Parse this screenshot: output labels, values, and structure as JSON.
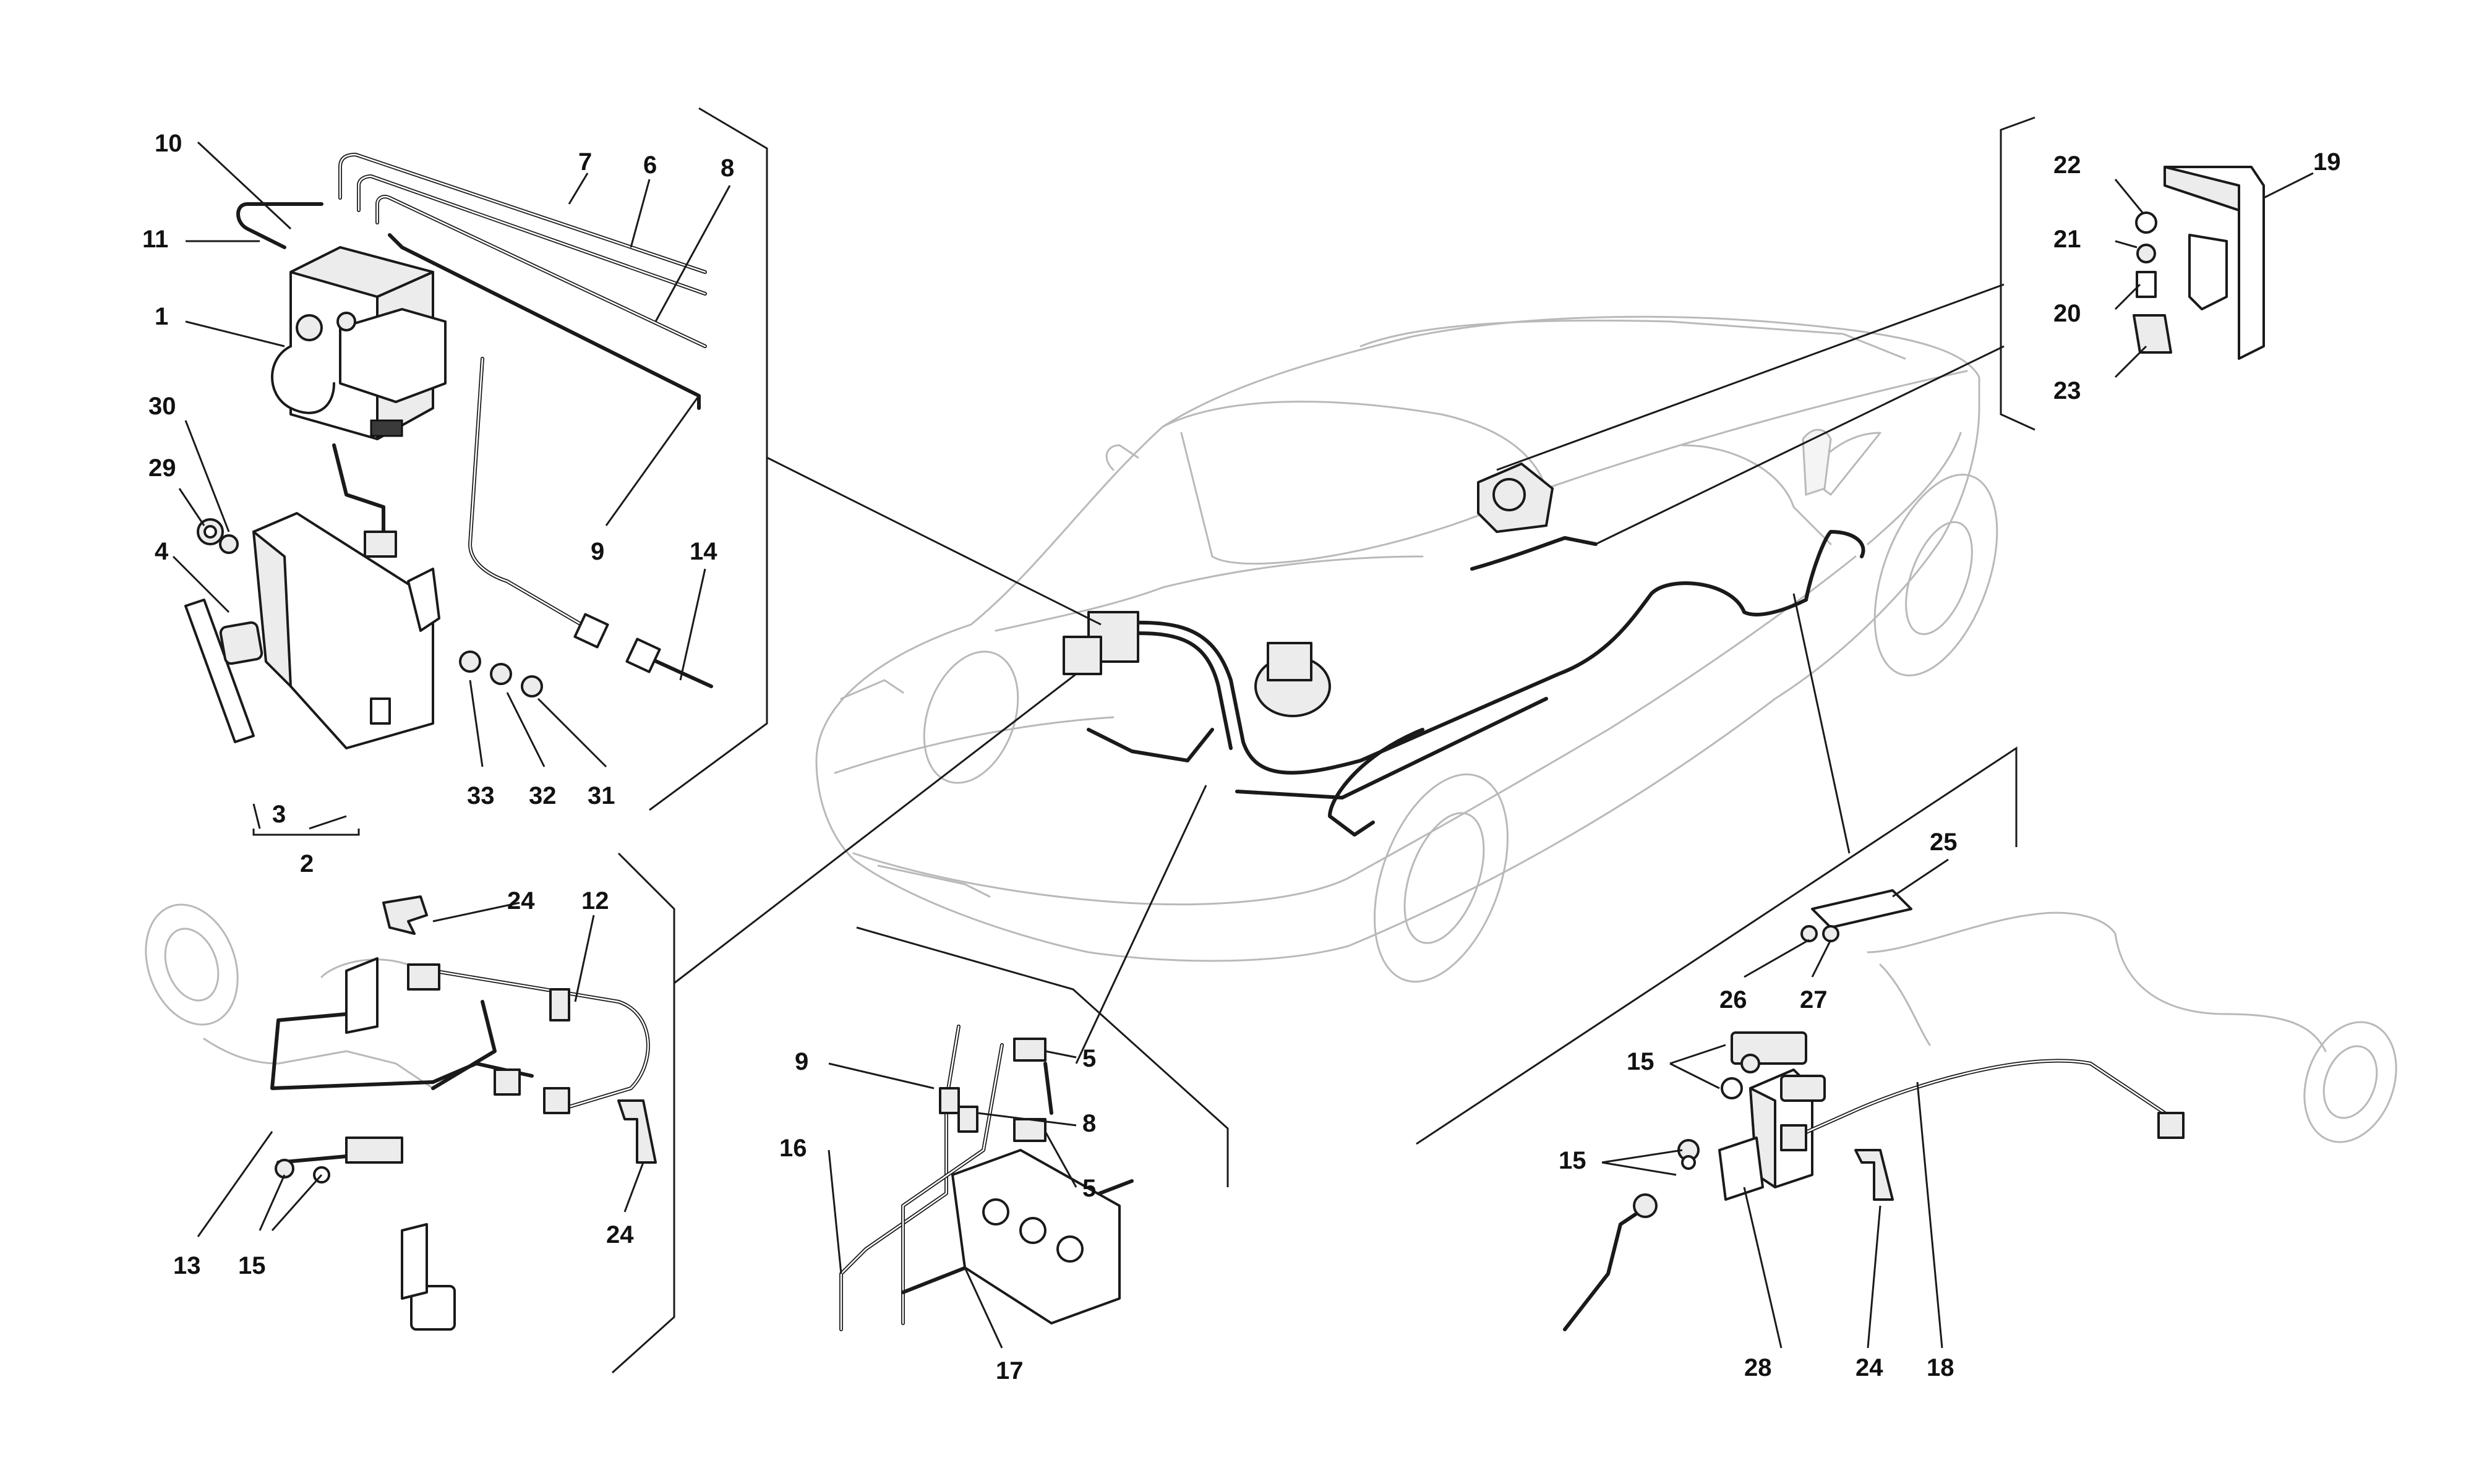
{
  "callouts": {
    "p1": "1",
    "p2": "2",
    "p3": "3",
    "p4": "4",
    "p5a": "5",
    "p5b": "5",
    "p6": "6",
    "p7": "7",
    "p8a": "8",
    "p8b": "8",
    "p9a": "9",
    "p9b": "9",
    "p10": "10",
    "p11": "11",
    "p12": "12",
    "p13": "13",
    "p14": "14",
    "p15a": "15",
    "p15b": "15",
    "p15c": "15",
    "p16": "16",
    "p17": "17",
    "p18": "18",
    "p19": "19",
    "p20": "20",
    "p21": "21",
    "p22": "22",
    "p23": "23",
    "p24a": "24",
    "p24b": "24",
    "p24c": "24",
    "p25": "25",
    "p26": "26",
    "p27": "27",
    "p28": "28",
    "p29": "29",
    "p30": "30",
    "p31": "31",
    "p32": "32",
    "p33": "33"
  },
  "colors": {
    "ink": "#1a1a1a",
    "ghost_outline": "#b9b9b9",
    "background": "#ffffff"
  }
}
